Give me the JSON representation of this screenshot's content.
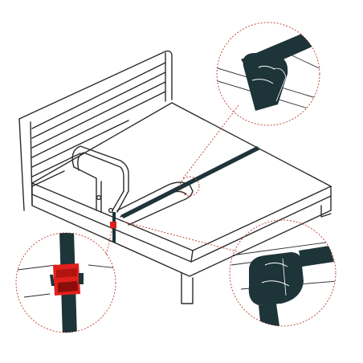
{
  "colors": {
    "outline": "#2b2b2b",
    "strap": "#1d3438",
    "buckle": "#e0201c",
    "callout": "#c0392b",
    "background": "#ffffff"
  },
  "callouts": [
    {
      "id": "strap-loop-top",
      "icon": "strap-loop-icon"
    },
    {
      "id": "strap-buckle",
      "icon": "buckle-icon"
    },
    {
      "id": "strap-knot-frame",
      "icon": "strap-knot-icon"
    }
  ]
}
